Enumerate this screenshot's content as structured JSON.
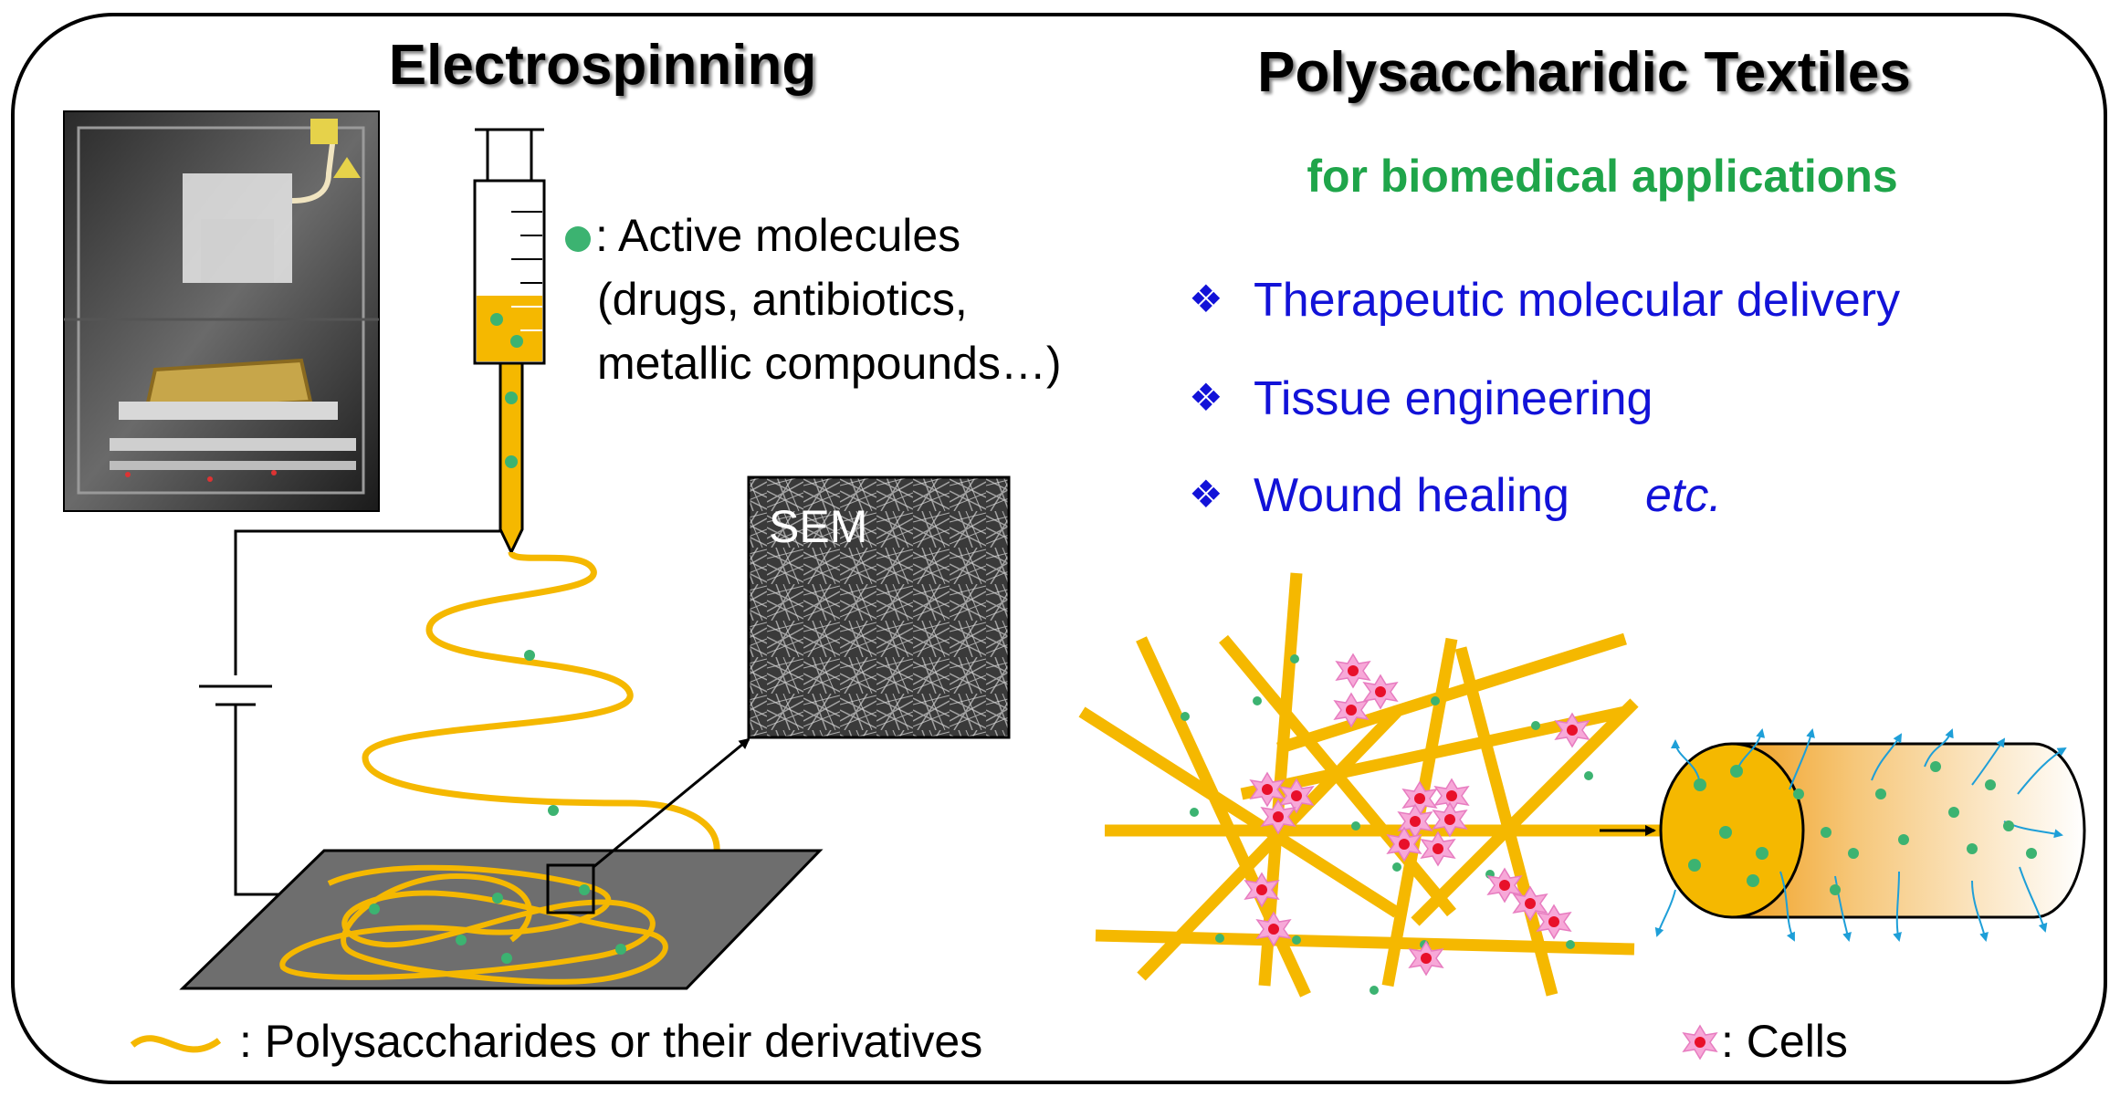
{
  "left": {
    "title": "Electrospinning",
    "active_legend": ": Active molecules",
    "active_line2": "(drugs, antibiotics,",
    "active_line3": "metallic compounds…)",
    "sem_label": "SEM",
    "poly_legend": ": Polysaccharides or their derivatives"
  },
  "right": {
    "title": "Polysaccharidic Textiles",
    "subtitle": "for biomedical applications",
    "applications": [
      {
        "bullet": "❖",
        "text": "Therapeutic molecular delivery"
      },
      {
        "bullet": "❖",
        "text": "Tissue engineering"
      },
      {
        "bullet": "❖",
        "text": "Wound healing",
        "suffix": "etc."
      }
    ],
    "cells_legend": ": Cells"
  },
  "colors": {
    "fiber": "#F5B800",
    "molecule": "#3CB371",
    "cell_fill": "#F7A8D8",
    "cell_nucleus": "#E8102A",
    "subtitle": "#1FA54A",
    "app_text": "#1212D8",
    "release_arrow": "#1E9FD8",
    "collector": "#6E6E6E",
    "sem_bg": "#3A3A3A"
  },
  "icons": [
    "syringe-icon",
    "electrospinning-device-photo",
    "power-supply-icon",
    "collector-plate",
    "sem-image",
    "fiber-mesh",
    "tubular-scaffold",
    "cell-icon"
  ]
}
